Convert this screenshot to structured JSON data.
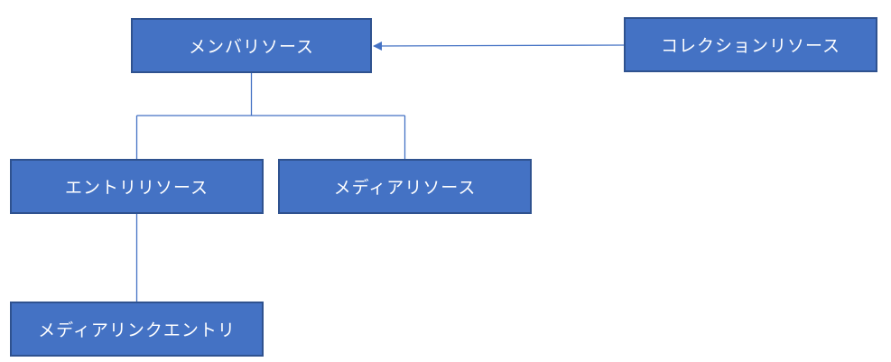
{
  "diagram": {
    "nodes": {
      "member": "メンバリソース",
      "collection": "コレクションリソース",
      "entry": "エントリリソース",
      "media": "メディアリソース",
      "media_link": "メディアリンクエントリ"
    },
    "edges": [
      {
        "from": "collection",
        "to": "member",
        "kind": "arrow"
      },
      {
        "from": "member",
        "to": "entry",
        "kind": "tree"
      },
      {
        "from": "member",
        "to": "media",
        "kind": "tree"
      },
      {
        "from": "entry",
        "to": "media_link",
        "kind": "line"
      }
    ],
    "colors": {
      "node_fill": "#4472c4",
      "node_border": "#2f528f",
      "connector": "#4472c4"
    }
  }
}
